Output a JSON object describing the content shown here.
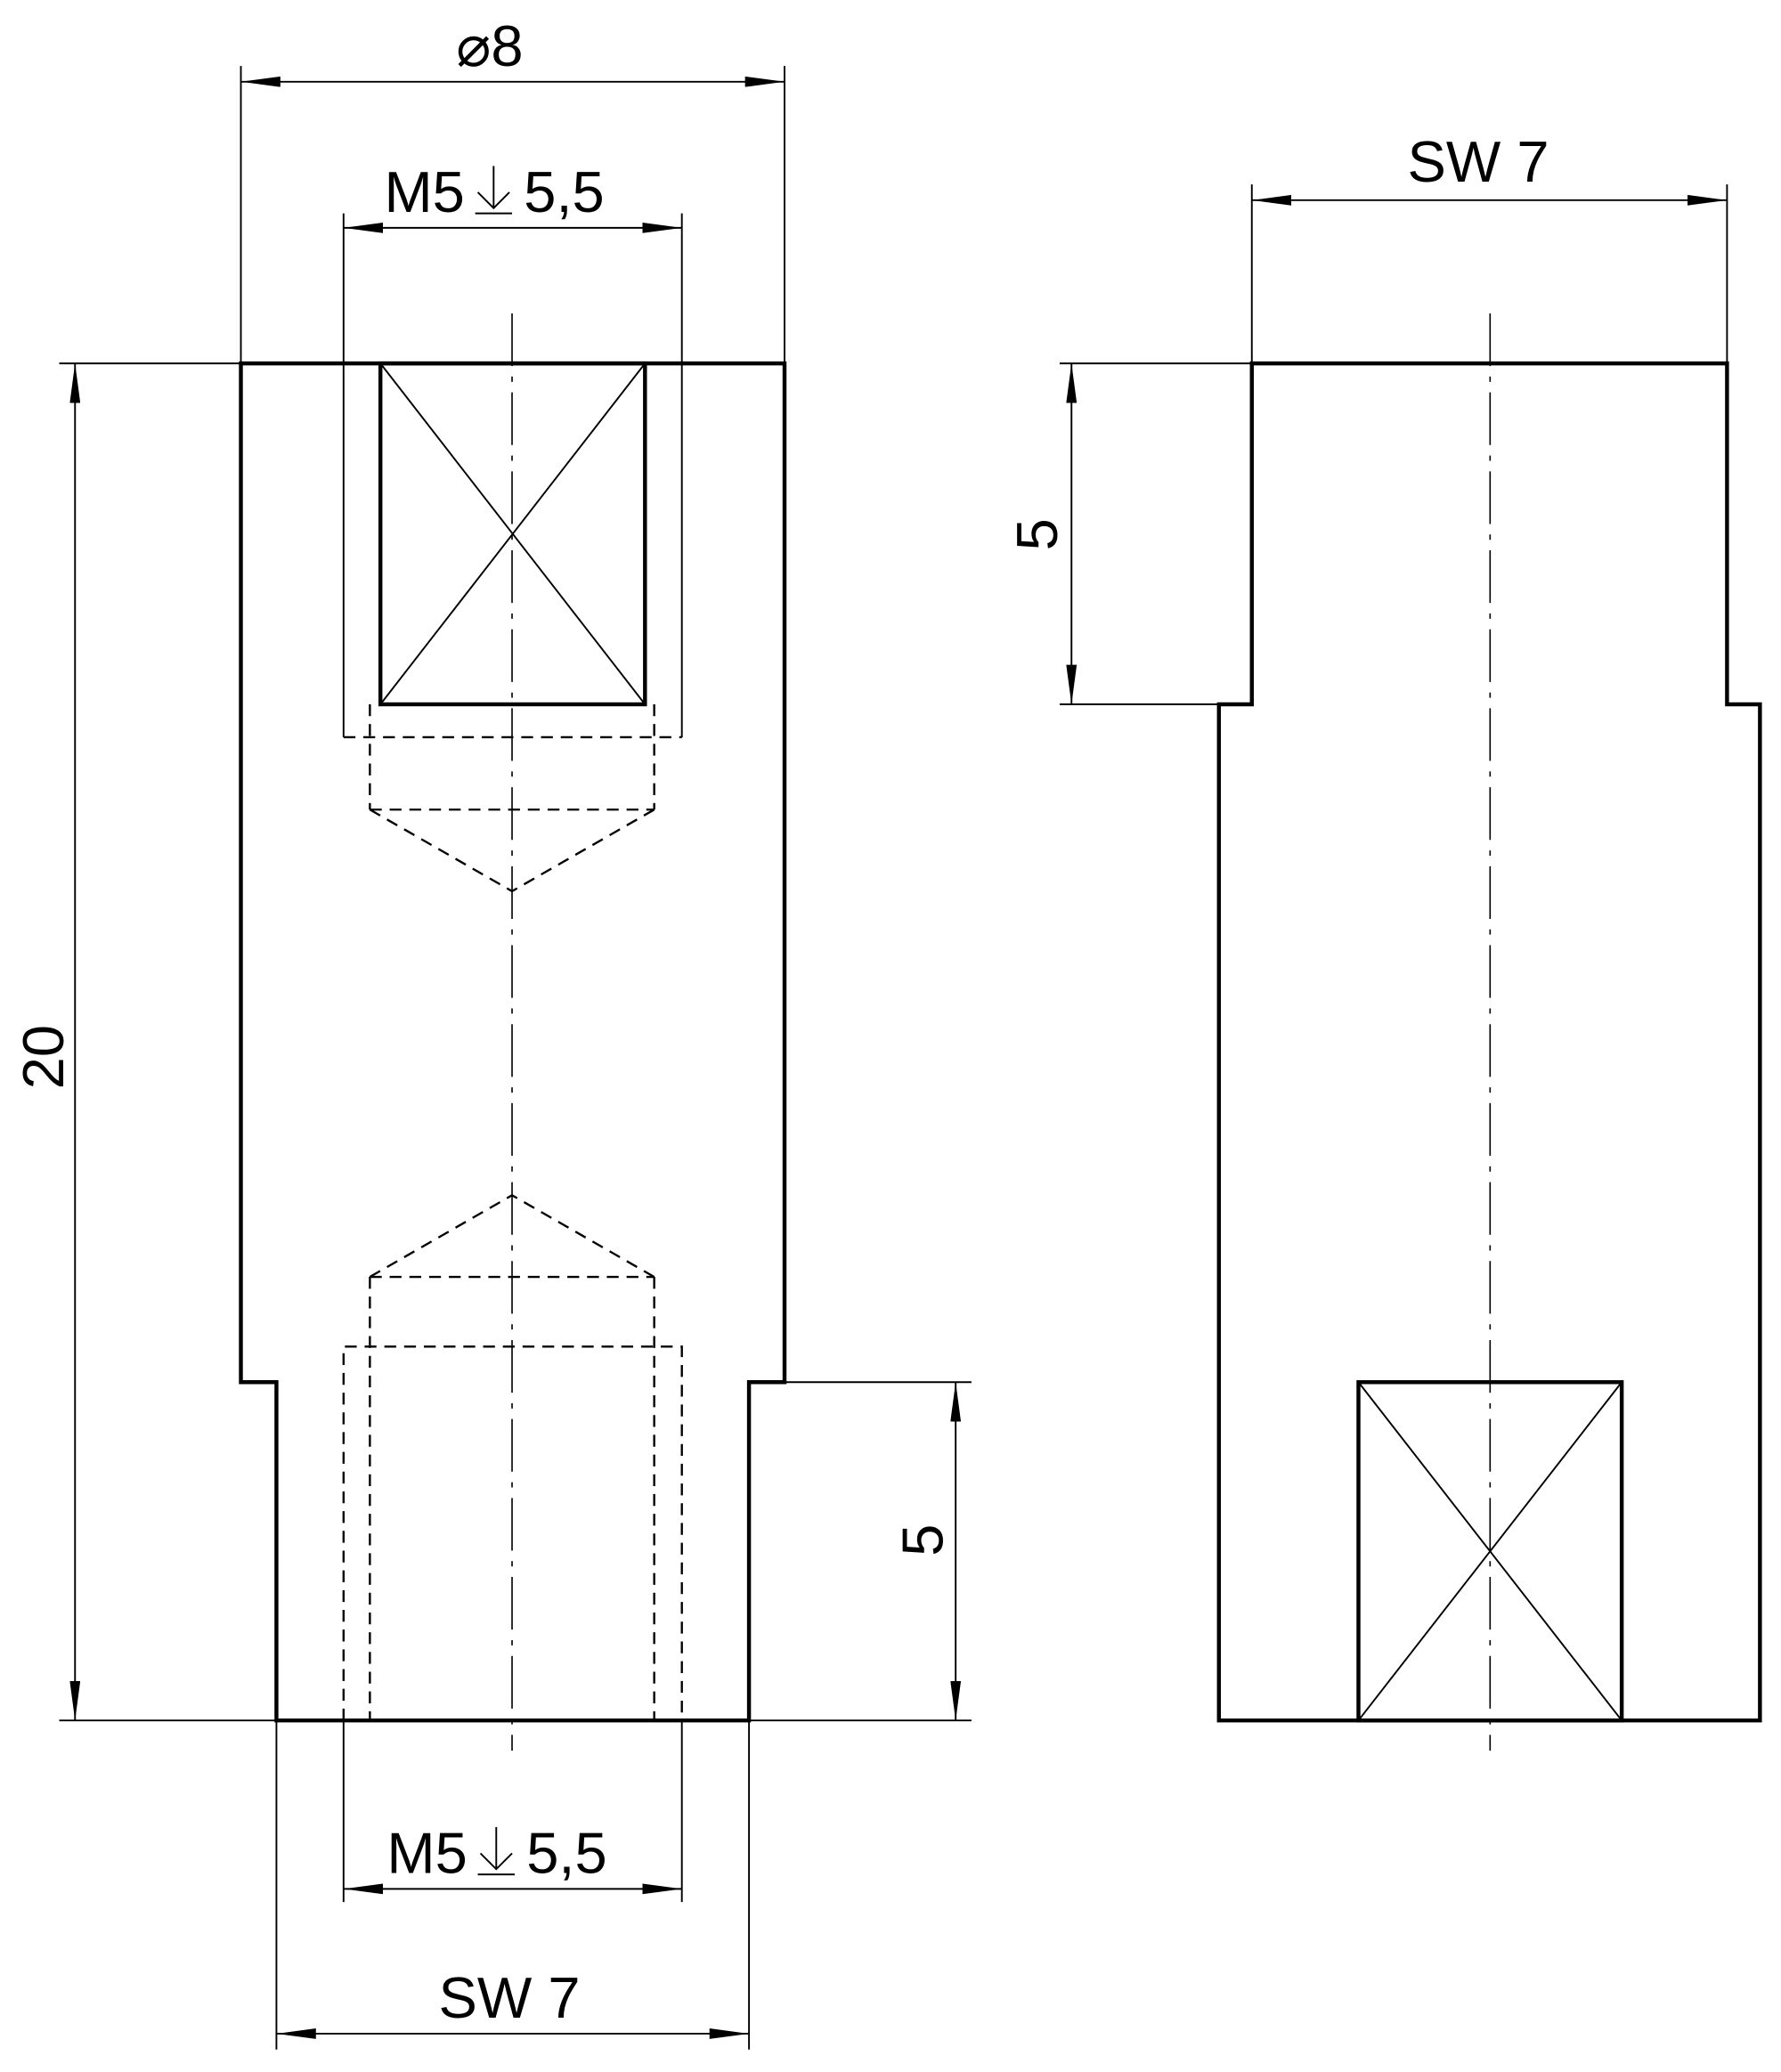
{
  "drawing": {
    "front_view": {
      "diameter_label": "⌀8",
      "thread_top": {
        "prefix": "M5",
        "depth": "5,5"
      },
      "thread_bottom": {
        "prefix": "M5",
        "depth": "5,5"
      },
      "length_label": "20",
      "hex_length_label": "5",
      "hex_width_label": "SW 7"
    },
    "side_view": {
      "hex_width_label": "SW 7",
      "step_length_label": "5"
    },
    "line_color": "#000000"
  }
}
